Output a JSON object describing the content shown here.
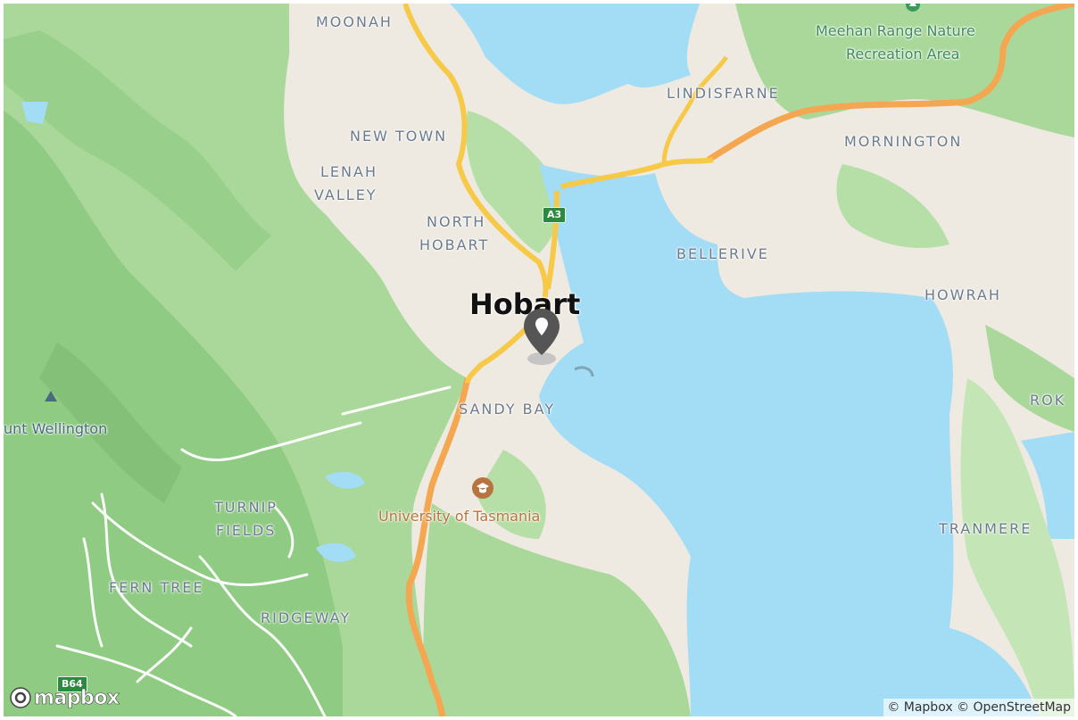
{
  "map": {
    "labels": {
      "moonah": "MOONAH",
      "meehan_1": "Meehan Range Nature",
      "meehan_2": "Recreation Area",
      "lindisfarne": "LINDISFARNE",
      "new_town": "NEW TOWN",
      "mornington": "MORNINGTON",
      "lenah_1": "LENAH",
      "lenah_2": "VALLEY",
      "north_hobart_1": "NORTH",
      "north_hobart_2": "HOBART",
      "bellerive": "BELLERIVE",
      "hobart": "Hobart",
      "howrah": "HOWRAH",
      "rok": "ROK",
      "sandy_bay": "SANDY BAY",
      "mount_wellington": "unt Wellington",
      "university": "University of Tasmania",
      "turnip_1": "TURNIP",
      "turnip_2": "FIELDS",
      "tranmere": "TRANMERE",
      "fern_tree": "FERN TREE",
      "ridgeway": "RIDGEWAY"
    },
    "shields": {
      "a3": "A3",
      "b64": "B64"
    },
    "logo": "mapbox",
    "attribution": "© Mapbox © OpenStreetMap",
    "colors": {
      "water": "#a3dcf5",
      "land": "#eeeae2",
      "park": "#b5dfa6",
      "forest": "#8fcb83",
      "highway": "#f7c948",
      "motorway": "#f5a650",
      "pin": "#555555"
    },
    "icons": [
      "pin-icon",
      "park-icon",
      "peak-icon",
      "university-icon",
      "mapbox-logo-icon"
    ]
  }
}
